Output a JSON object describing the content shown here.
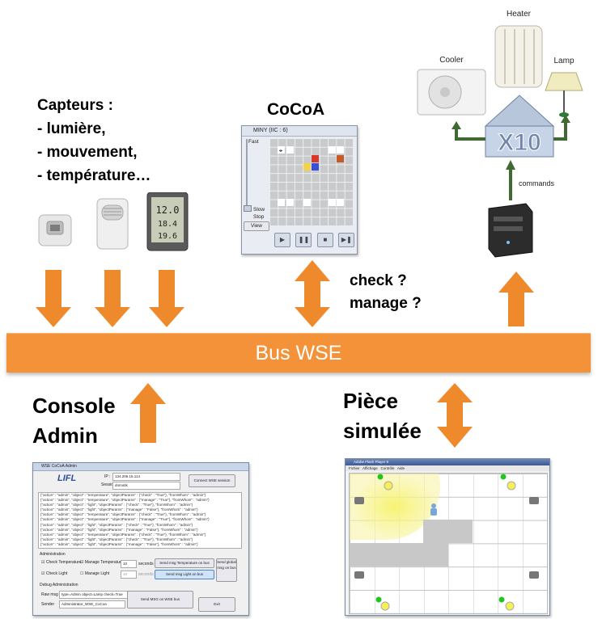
{
  "sensors": {
    "title": "Capteurs :",
    "items": [
      "- lumière,",
      "- mouvement,",
      "- température…"
    ]
  },
  "cocoa": {
    "title": "CoCoA",
    "window_title": "MINY (IIC : 6)",
    "slider_fast": "Fast",
    "slider_slow": "Slow",
    "slider_stop": "Stop",
    "view_button": "View"
  },
  "check_manage": [
    "check ?",
    "manage ?"
  ],
  "devices": {
    "heater": "Heater",
    "cooler": "Cooler",
    "lamp": "Lamp",
    "x10": "X10",
    "commands": "commands"
  },
  "bus": {
    "label": "Bus WSE"
  },
  "console_title": [
    "Console",
    "Admin"
  ],
  "piece_title": [
    "Pièce",
    "simulée"
  ],
  "console": {
    "window_title": "WSE CoCoA Admin",
    "logo": "LIFL",
    "ip_label": "IP :",
    "ip_value": "134.206.15.114",
    "session_label": "Session :",
    "session_value": "domotik",
    "connect_button": "Connect WSE session",
    "log_lines": [
      "{\"action\" : \"admin\", \"object\" : \"temperature\", \"objectParams\" : {\"check\" : \"True\"}, \"fromWhom\" : \"admin\"}",
      "{\"action\" : \"admin\", \"object\" : \"temperature\", \"objectParams\" : {\"manage\" : \"True\"}, \"fromWhom\" : \"admin\"}",
      "{\"action\" : \"admin\", \"object\" : \"light\", \"objectParams\" : {\"check\" : \"True\"}, \"fromWhom\" : \"admin\"}",
      "{\"action\" : \"admin\", \"object\" : \"light\", \"objectParams\" : {\"manage\" : \"False\"}, \"fromWhom\" : \"admin\"}",
      "{\"action\" : \"admin\", \"object\" : \"temperature\", \"objectParams\" : {\"check\" : \"True\"}, \"fromWhom\" : \"admin\"}",
      "{\"action\" : \"admin\", \"object\" : \"temperature\", \"objectParams\" : {\"manage\" : \"True\"}, \"fromWhom\" : \"admin\"}",
      "{\"action\" : \"admin\", \"object\" : \"light\", \"objectParams\" : {\"check\" : \"True\"}, \"fromWhom\" : \"admin\"}",
      "{\"action\" : \"admin\", \"object\" : \"light\", \"objectParams\" : {\"manage\" : \"False\"}, \"fromWhom\" : \"admin\"}",
      "{\"action\" : \"admin\", \"object\" : \"temperature\", \"objectParams\" : {\"check\" : \"True\"}, \"fromWhom\" : \"admin\"}",
      "{\"action\" : \"admin\", \"object\" : \"light\", \"objectParams\" : {\"check\" : \"True\"}, \"fromWhom\" : \"admin\"}",
      "{\"action\" : \"admin\", \"object\" : \"light\", \"objectParams\" : {\"manage\" : \"False\"}, \"fromWhom\" : \"admin\"}"
    ],
    "admin_section": "Administration",
    "check_temperature": "Check Temperature",
    "manage_temperature": "Manage Temperature",
    "temp_seconds_value": "10",
    "seconds": "seconds",
    "send_temp_button": "Send msg Temperature on bus",
    "send_global_button": "Send global msg on bus",
    "check_light": "Check Light",
    "manage_light": "Manage Light",
    "light_seconds_value": "10",
    "send_light_button": "Send msg Light on bus",
    "debug_section": "Debug Administration",
    "raw_msg_label": "Raw msg",
    "raw_msg_value": "type=Admin object=Lamp check=True",
    "sender_label": "Sender",
    "sender_value": "Administrator_WSE_CoCoa",
    "send_wse_button": "Send MSG on WSE bus",
    "exit_button": "Exit"
  },
  "room": {
    "window_title": "Adobe Flash Player 9",
    "menu": [
      "Fichier",
      "Affichage",
      "Contrôle",
      "Aide"
    ]
  },
  "colors": {
    "arrow": "#ef8a2c",
    "bus": "#f4923a",
    "green_arrow": "#3f6b33"
  }
}
